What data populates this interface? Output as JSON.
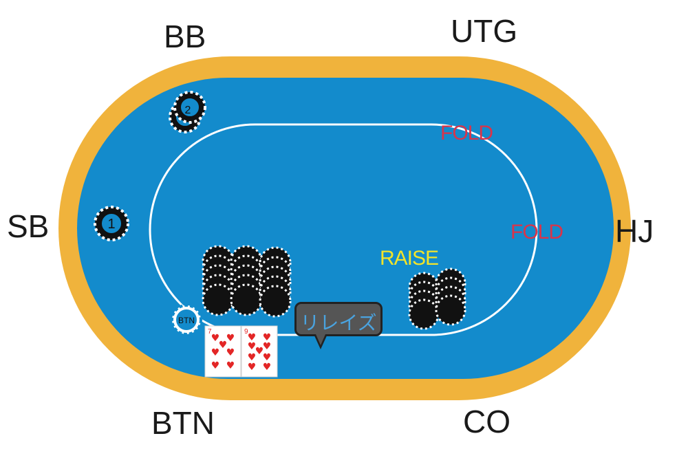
{
  "positions": {
    "bb": "BB",
    "utg": "UTG",
    "sb": "SB",
    "hj": "HJ",
    "btn": "BTN",
    "co": "CO"
  },
  "actions": {
    "utg": "FOLD",
    "hj": "FOLD",
    "co": "RAISE"
  },
  "bubble": {
    "text": "リレイズ"
  },
  "markers": {
    "sb_blind": "1",
    "bb_blind": "2",
    "dealer_button": "BTN"
  },
  "hole_cards": [
    {
      "rank": "7",
      "suit": "hearts"
    },
    {
      "rank": "9",
      "suit": "hearts"
    }
  ],
  "colors": {
    "rail": "#f0b33c",
    "felt": "#138bcc",
    "fold": "#d9344a",
    "raise": "#f2e42a",
    "chip": "#111111",
    "card_suit": "#e32626"
  }
}
